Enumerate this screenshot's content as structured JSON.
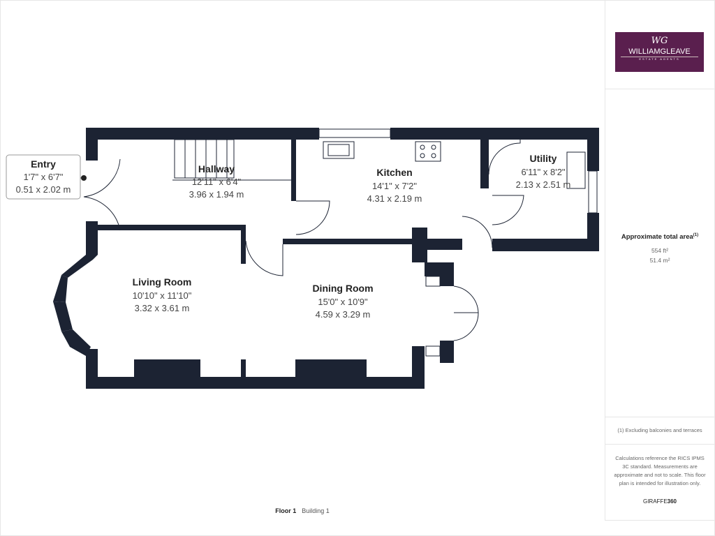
{
  "brand": {
    "logo_text": "WILLIAMGLEAVE",
    "logo_sub": "ESTATE AGENTS",
    "logo_monogram": "WG"
  },
  "area": {
    "title": "Approximate total area",
    "footnote_mark": "(1)",
    "sqft": "554 ft²",
    "sqm": "51.4 m²"
  },
  "notes": {
    "footnote": "(1) Excluding balconies and terraces",
    "disclaimer": "Calculations reference the RICS IPMS 3C standard. Measurements are approximate and not to scale. This floor plan is intended for illustration only.",
    "giraffe_a": "GIRAFFE",
    "giraffe_b": "360"
  },
  "floor": {
    "label": "Floor 1",
    "building": "Building 1"
  },
  "rooms": [
    {
      "name": "Entry",
      "imperial": "1'7\" x 6'7\"",
      "metric": "0.51 x 2.02 m"
    },
    {
      "name": "Hallway",
      "imperial": "12'11\" x 6'4\"",
      "metric": "3.96 x 1.94 m"
    },
    {
      "name": "Kitchen",
      "imperial": "14'1\" x 7'2\"",
      "metric": "4.31 x 2.19 m"
    },
    {
      "name": "Utility",
      "imperial": "6'11\" x 8'2\"",
      "metric": "2.13 x 2.51 m"
    },
    {
      "name": "Living Room",
      "imperial": "10'10\" x 11'10\"",
      "metric": "3.32 x 3.61 m"
    },
    {
      "name": "Dining Room",
      "imperial": "15'0\" x 10'9\"",
      "metric": "4.59 x 3.29 m"
    }
  ],
  "colors": {
    "wall": "#1c2333",
    "brand": "#5a1f4e"
  }
}
